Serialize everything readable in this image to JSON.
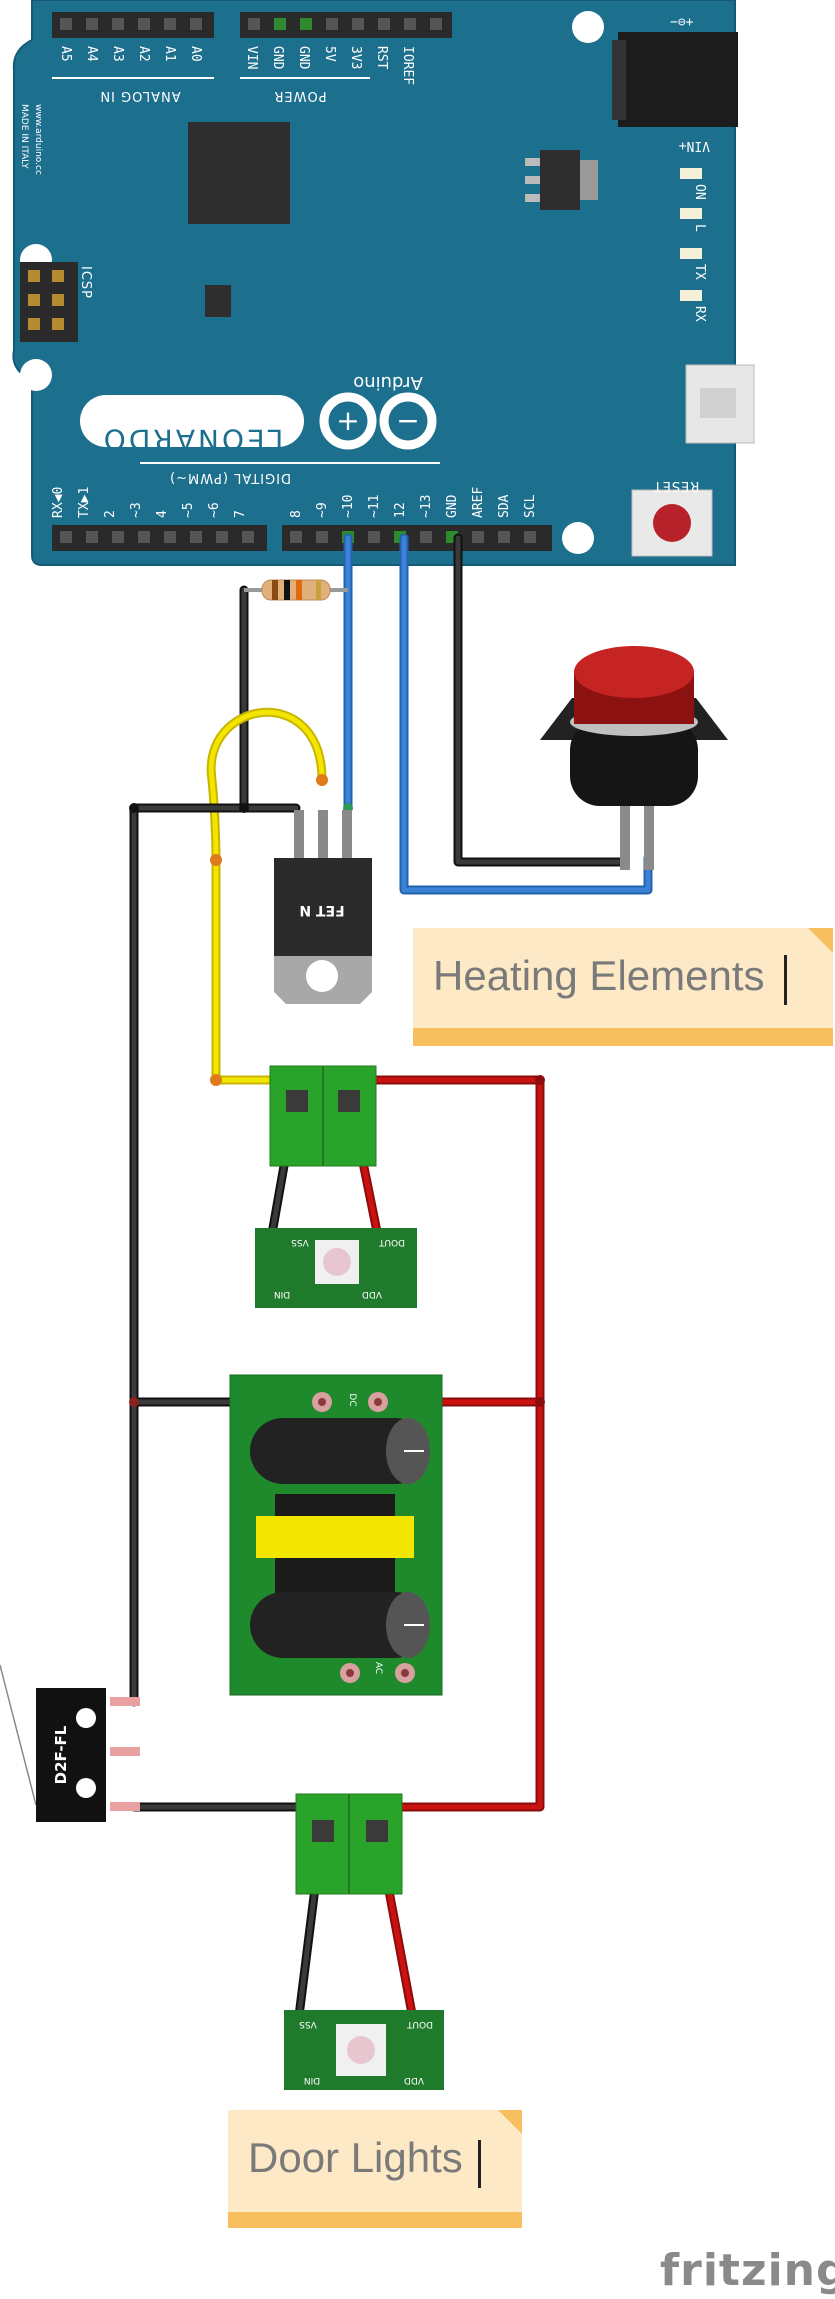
{
  "board": {
    "name": "LEONARDO",
    "brand": "Arduino",
    "made_in": "MADE IN ITALY",
    "url": "www.arduino.cc",
    "analog_header": "ANALOG IN",
    "power_header": "POWER",
    "digital_header": "DIGITAL (PWM~)",
    "icsp": "ICSP",
    "reset": "RESET",
    "vin": "VIN+",
    "led_labels": [
      "ON",
      "L",
      "TX",
      "RX"
    ],
    "analog_pins": [
      "A5",
      "A4",
      "A3",
      "A2",
      "A1",
      "A0"
    ],
    "power_pins": [
      "VIN",
      "GND",
      "GND",
      "5V",
      "3V3",
      "RST",
      "IOREF"
    ],
    "digital_pins_low": [
      "RX◀0",
      "TX▶1",
      "2",
      "~3",
      "4",
      "~5",
      "~6",
      "7"
    ],
    "digital_pins_high": [
      "8",
      "~9",
      "~10",
      "~11",
      "12",
      "~13",
      "GND",
      "AREF",
      "SDA",
      "SCL"
    ]
  },
  "components": {
    "mosfet_label": "FET N",
    "switch_label": "D2F-FL",
    "pcb_dc_label": "DC",
    "pcb_ac_label": "AC",
    "led_pins": {
      "vss": "VSS",
      "dout": "DOUT",
      "din": "DIN",
      "vdd": "VDD"
    }
  },
  "notes": {
    "heating": "Heating Elements",
    "door": "Door Lights"
  },
  "watermark": "fritzing",
  "colors": {
    "board": "#1d6f8e",
    "wire_black": "#2b2b2b",
    "wire_blue": "#3b82d6",
    "wire_red": "#cc1111",
    "wire_yellow": "#f2e600",
    "note_bg": "#fde9c5",
    "note_bar": "#f7bf5d",
    "pcb_green": "#1f8a2c",
    "terminal_green": "#2aa32a"
  }
}
